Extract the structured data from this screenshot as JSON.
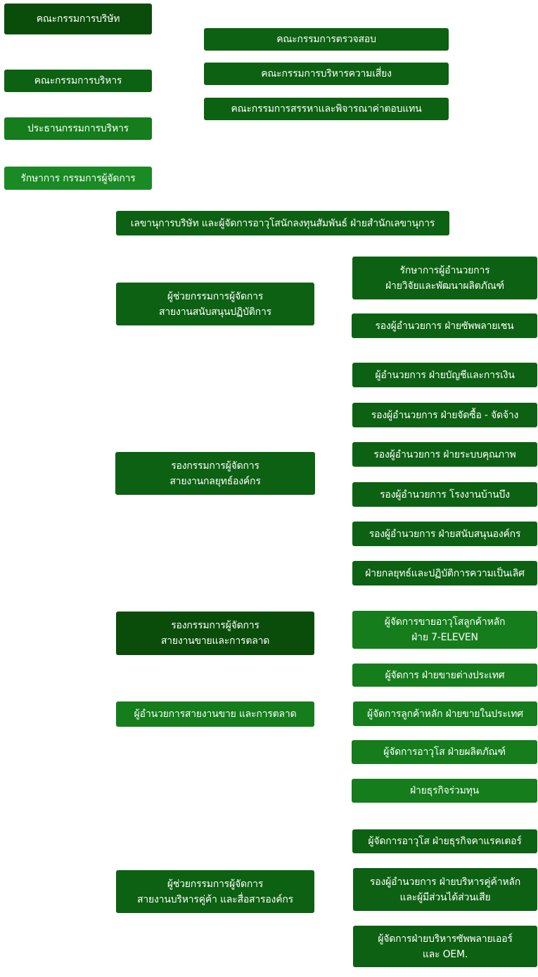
{
  "chart": {
    "nodes": [
      {
        "id": "board",
        "lines": [
          "คณะกรรมการบริษัท"
        ]
      },
      {
        "id": "audit",
        "lines": [
          "คณะกรรมการตรวจสอบ"
        ]
      },
      {
        "id": "risk",
        "lines": [
          "คณะกรรมการบริหารความเสี่ยง"
        ]
      },
      {
        "id": "nomination",
        "lines": [
          "คณะกรรมการสรรหาและพิจารณาค่าตอบแทน"
        ]
      },
      {
        "id": "executive",
        "lines": [
          "คณะกรรมการบริหาร"
        ]
      },
      {
        "id": "exec-chairman",
        "lines": [
          "ประธานกรรมการบริหาร"
        ]
      },
      {
        "id": "acting-md",
        "lines": [
          "รักษาการ กรรมการผู้จัดการ"
        ]
      },
      {
        "id": "secretary",
        "lines": [
          "เลขานุการบริษัท และผู้จัดการอาวุโสนักลงทุนสัมพันธ์ ฝ่ายสำนักเลขานุการ"
        ]
      },
      {
        "id": "asst-md-ops",
        "lines": [
          "ผู้ช่วยกรรมการผู้จัดการ",
          "สายงานสนับสนุนปฏิบัติการ"
        ]
      },
      {
        "id": "acting-dir-rnd",
        "lines": [
          "รักษาการผู้อำนวยการ",
          "ฝ่ายวิจัยและพัฒนาผลิตภัณฑ์"
        ]
      },
      {
        "id": "dep-dir-supply",
        "lines": [
          "รองผู้อำนวยการ ฝ่ายซัพพลายเชน"
        ]
      },
      {
        "id": "dir-accounting",
        "lines": [
          "ผู้อำนวยการ ฝ่ายบัญชีและการเงิน"
        ]
      },
      {
        "id": "dep-dir-procure",
        "lines": [
          "รองผู้อำนวยการ ฝ่ายจัดซื้อ - จัดจ้าง"
        ]
      },
      {
        "id": "dep-dir-quality",
        "lines": [
          "รองผู้อำนวยการ ฝ่ายระบบคุณภาพ"
        ]
      },
      {
        "id": "dep-md-strategy",
        "lines": [
          "รองกรรมการผู้จัดการ",
          "สายงานกลยุทธ์องค์กร"
        ]
      },
      {
        "id": "dep-dir-plant",
        "lines": [
          "รองผู้อำนวยการ โรงงานบ้านบึง"
        ]
      },
      {
        "id": "dep-dir-support",
        "lines": [
          "รองผู้อำนวยการ ฝ่ายสนับสนุนองค์กร"
        ]
      },
      {
        "id": "strategy-excellence",
        "lines": [
          "ฝ่ายกลยุทธ์และปฏิบัติการความเป็นเลิศ"
        ]
      },
      {
        "id": "dep-md-sales",
        "lines": [
          "รองกรรมการผู้จัดการ",
          "สายงานขายและการตลาด"
        ]
      },
      {
        "id": "mgr-7eleven",
        "lines": [
          "ผู้จัดการขายอาวุโสลูกค้าหลัก",
          "ฝ่าย 7-ELEVEN"
        ]
      },
      {
        "id": "mgr-export",
        "lines": [
          "ผู้จัดการ ฝ่ายขายต่างประเทศ"
        ]
      },
      {
        "id": "dir-sales",
        "lines": [
          "ผู้อำนวยการสายงานขาย และการตลาด"
        ]
      },
      {
        "id": "mgr-domestic",
        "lines": [
          "ผู้จัดการลูกค้าหลัก ฝ่ายขายในประเทศ"
        ]
      },
      {
        "id": "mgr-product",
        "lines": [
          "ผู้จัดการอาวุโส ฝ่ายผลิตภัณฑ์"
        ]
      },
      {
        "id": "joint-venture",
        "lines": [
          "ฝ่ายธุรกิจร่วมทุน"
        ]
      },
      {
        "id": "mgr-character",
        "lines": [
          "ผู้จัดการอาวุโส ฝ่ายธุรกิจคาแรคเตอร์"
        ]
      },
      {
        "id": "asst-md-partners",
        "lines": [
          "ผู้ช่วยกรรมการผู้จัดการ",
          "สายงานบริหารคู่ค้า และสื่อสารองค์กร"
        ]
      },
      {
        "id": "dep-dir-partners",
        "lines": [
          "รองผู้อำนวยการ ฝ่ายบริหารคู่ค้าหลัก",
          "และผู้มีส่วนได้ส่วนเสีย"
        ]
      },
      {
        "id": "mgr-supplier-oem",
        "lines": [
          "ผู้จัดการฝ่ายบริหารซัพพลายเออร์",
          "และ OEM."
        ]
      }
    ]
  }
}
